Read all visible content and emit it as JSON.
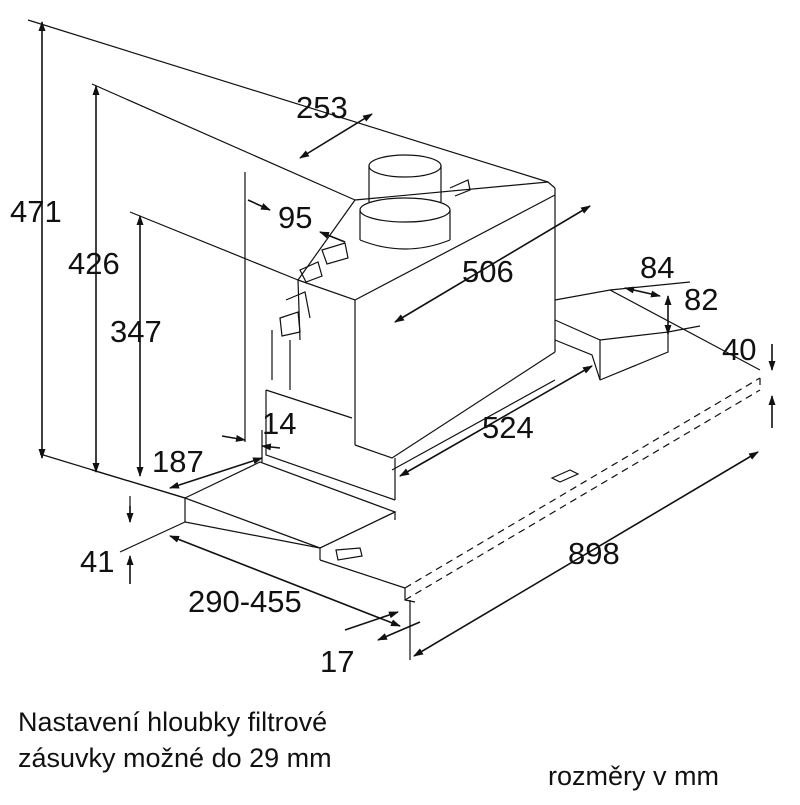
{
  "dimensions": {
    "total_height": "471",
    "height_426": "426",
    "height_347": "347",
    "depth_253": "253",
    "offset_95": "95",
    "body_width_506": "506",
    "width_84": "84",
    "height_82": "82",
    "thickness_40": "40",
    "gap_14": "14",
    "width_524": "524",
    "depth_187": "187",
    "panel_41": "41",
    "total_width_898": "898",
    "extension_range": "290-455",
    "offset_17": "17"
  },
  "captions": {
    "note_line1": "Nastavení hloubky filtrové",
    "note_line2": "zásuvky možné do 29 mm",
    "units": "rozměry v mm"
  }
}
